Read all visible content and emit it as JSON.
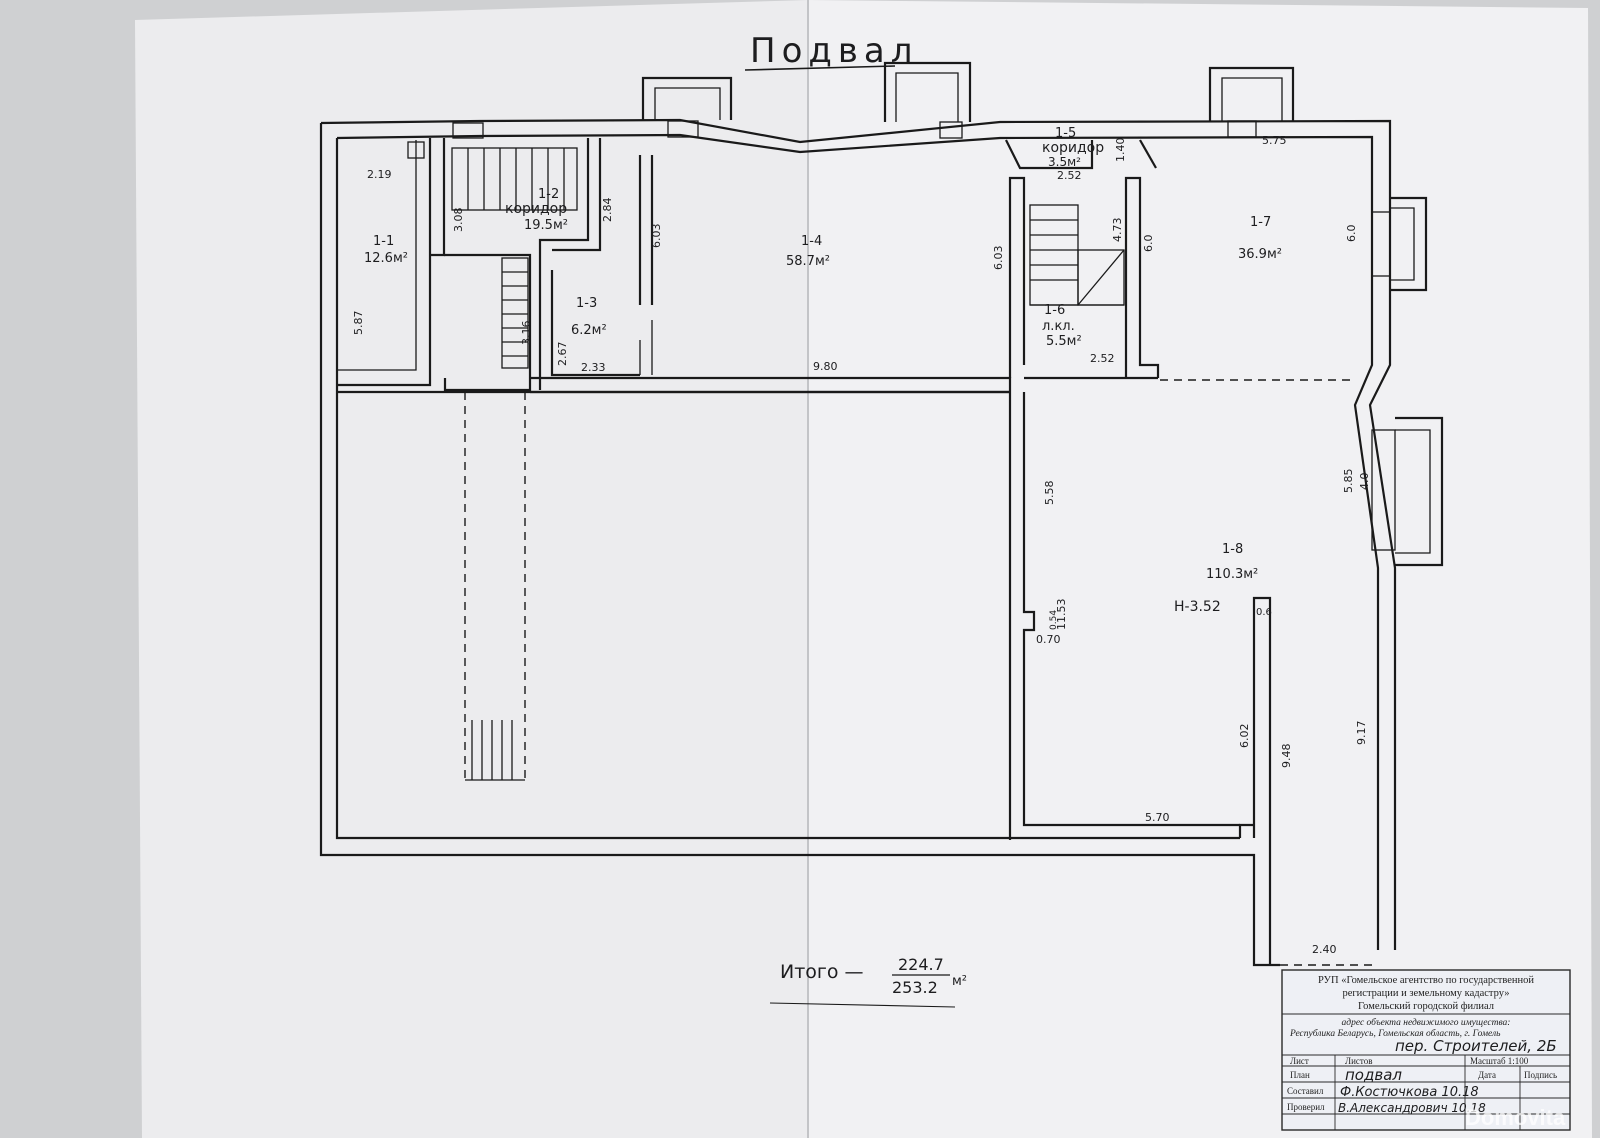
{
  "title": "Подвал",
  "rooms": {
    "r1_1": {
      "label": "1-1",
      "area": "12.6м²"
    },
    "r1_2": {
      "label": "1-2",
      "name": "коридор",
      "area": "19.5м²"
    },
    "r1_3": {
      "label": "1-3",
      "area": "6.2м²"
    },
    "r1_4": {
      "label": "1-4",
      "area": "58.7м²"
    },
    "r1_5": {
      "label": "1-5",
      "name": "коридор",
      "area": "3.5м²"
    },
    "r1_6": {
      "label": "1-6",
      "name": "л.кл.",
      "area": "5.5м²"
    },
    "r1_7": {
      "label": "1-7",
      "area": "36.9м²"
    },
    "r1_8": {
      "label": "1-8",
      "area": "110.3м²",
      "height": "Н-3.52"
    }
  },
  "dimensions": {
    "d219": "2.19",
    "d587": "5.87",
    "d308": "3.08",
    "d284": "2.84",
    "d316": "3.16",
    "d267": "2.67",
    "d233": "2.33",
    "d603a": "6.03",
    "d980": "9.80",
    "d603b": "6.03",
    "d140": "1.40",
    "d252a": "2.52",
    "d473": "4.73",
    "d60a": "6.0",
    "d252b": "2.52",
    "d575": "5.75",
    "d60b": "6.0",
    "d558": "5.58",
    "d585": "5.85",
    "d40": "4.0",
    "d1153": "11.53",
    "d054": "0.54",
    "d070": "0.70",
    "d06": "0.6",
    "d602": "6.02",
    "d948": "9.48",
    "d917": "9.17",
    "d570": "5.70",
    "d240": "2.40"
  },
  "totals": {
    "label": "Итого —",
    "value1": "224.7",
    "value2": "253.2",
    "unit": "м²"
  },
  "stamp": {
    "org_line1": "РУП «Гомельское агентство по государственной",
    "org_line2": "регистрации и земельному кадастру»",
    "org_line3": "Гомельский городской филиал",
    "address_caption": "адрес объекта недвижимого имущества:",
    "address_line": "Республика Беларусь, Гомельская область, г. Гомель",
    "address_hand": "пер. Строителей, 2Б",
    "col_sheet": "Лист",
    "col_sheets": "Листов",
    "scale": "Масштаб 1:100",
    "row_plan": "План",
    "plan_value": "подвал",
    "col_date": "Дата",
    "col_sign": "Подпись",
    "row_composed": "Составил",
    "composed_value": "Ф.Костючкова 10.18",
    "row_checked": "Проверил",
    "checked_value": "В.Александрович 10.18"
  },
  "watermark": "Domovita"
}
